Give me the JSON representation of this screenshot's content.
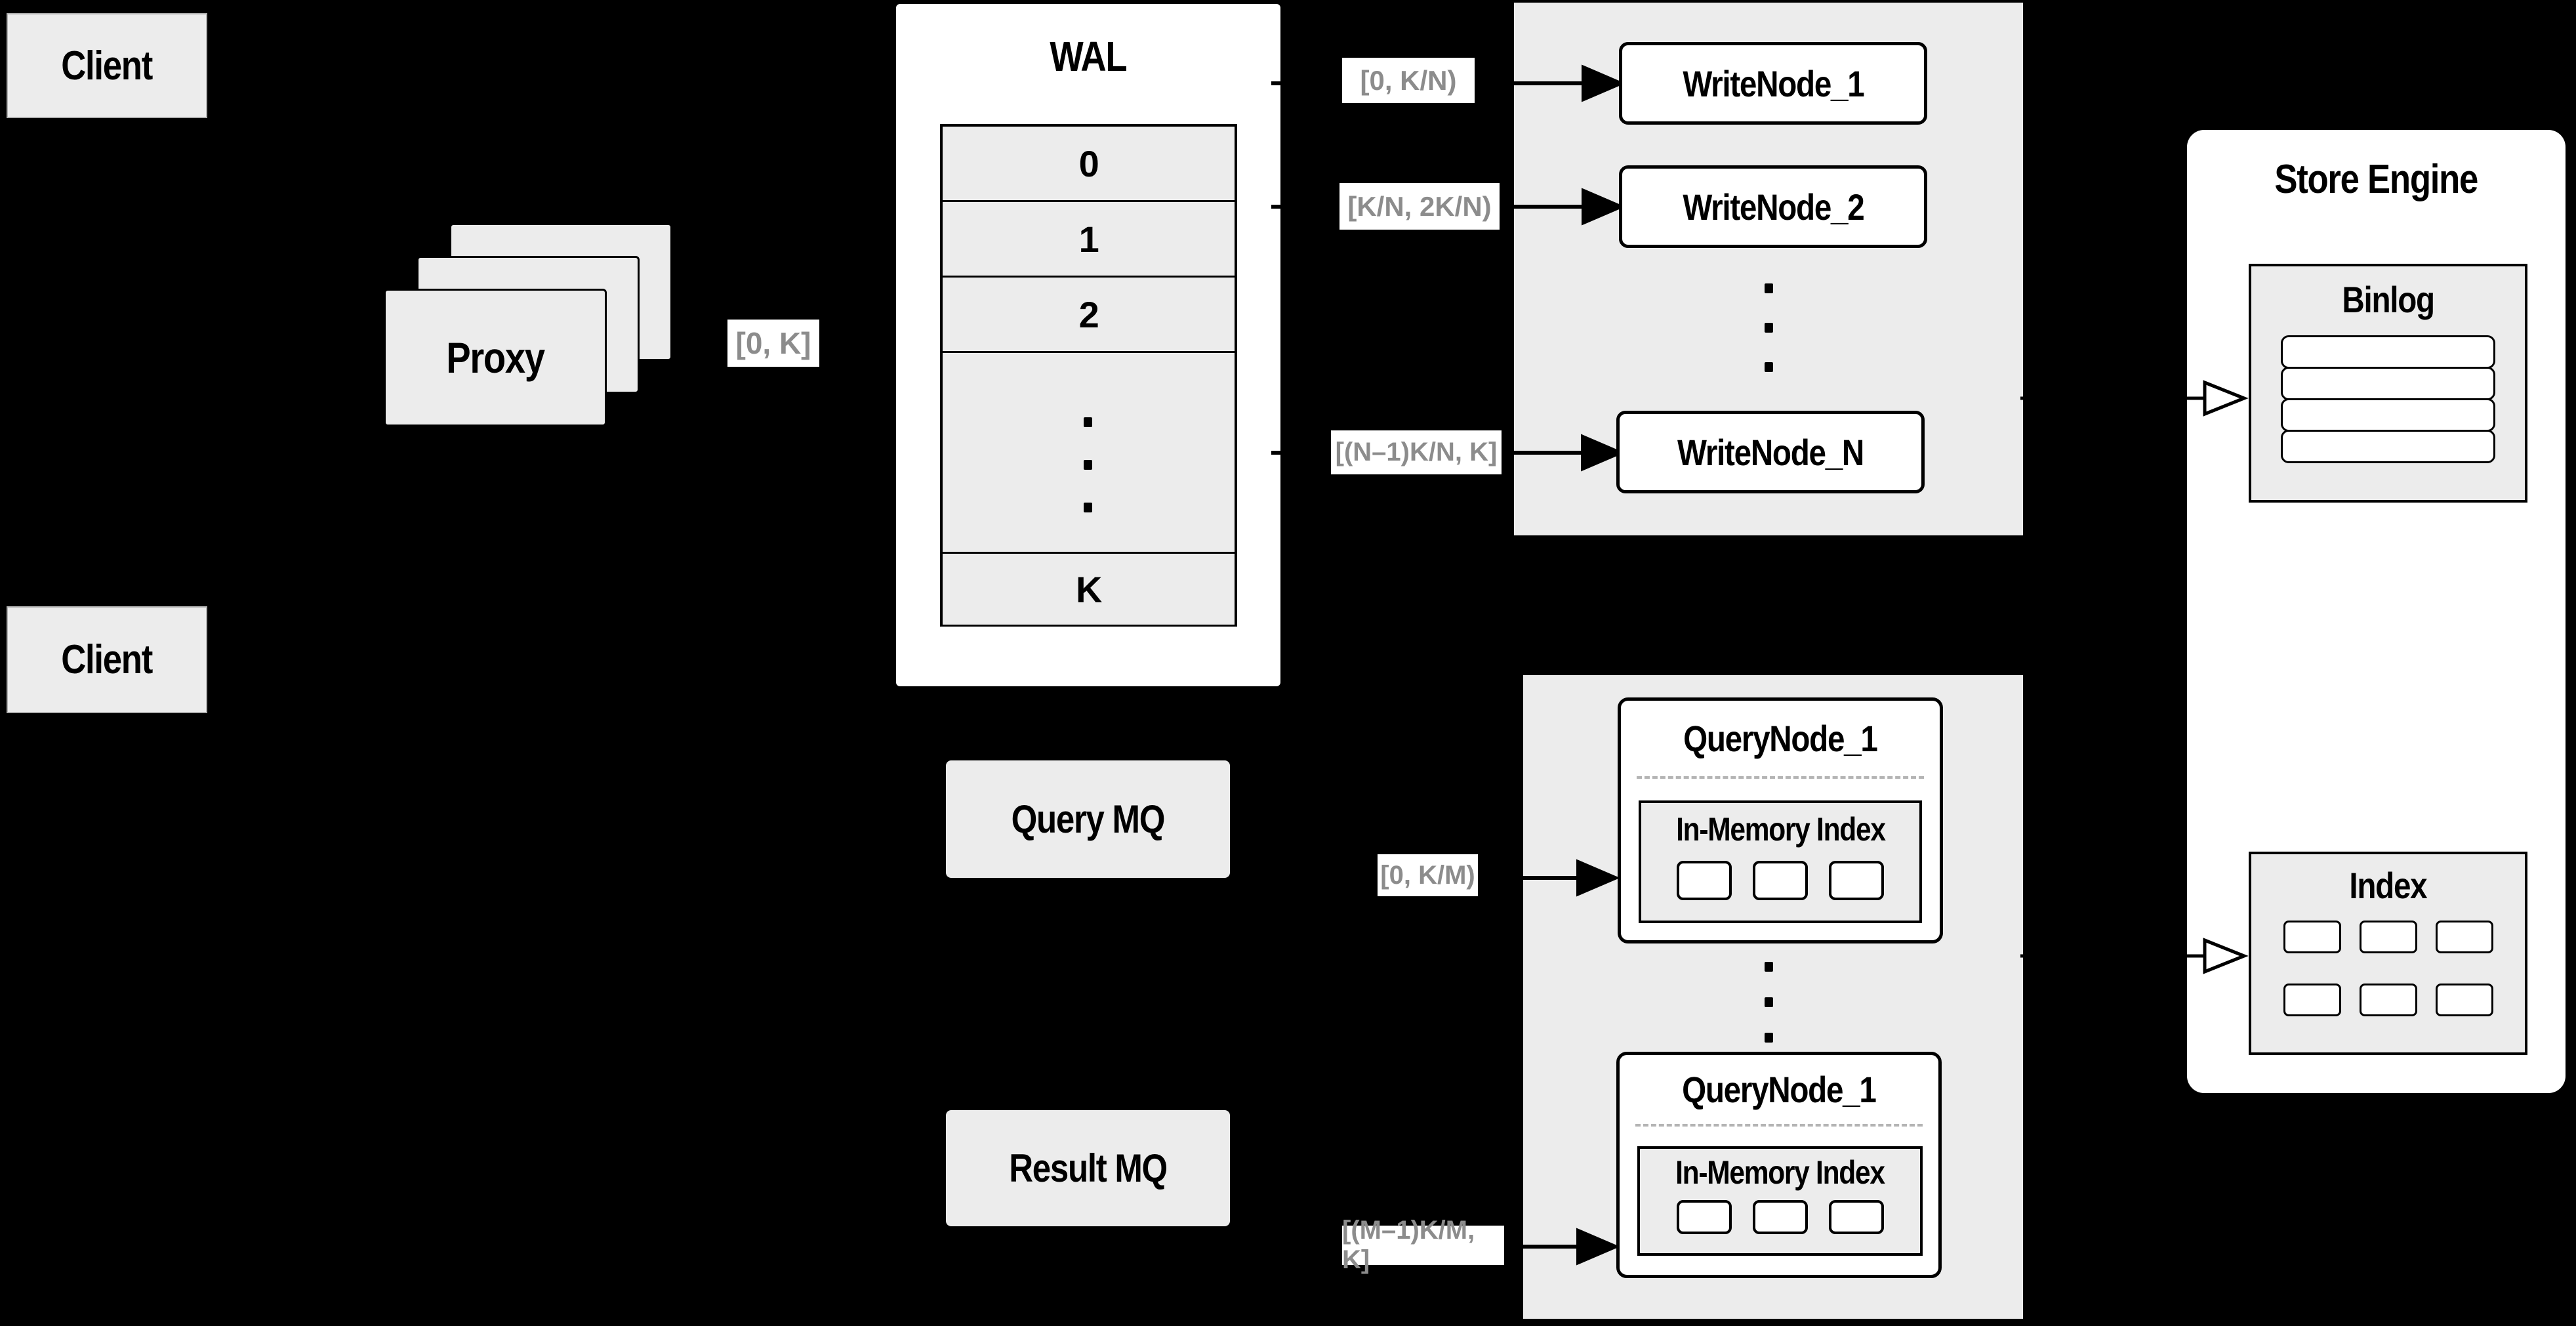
{
  "diagram": {
    "clients": {
      "top_label": "Client",
      "bottom_label": "Client"
    },
    "proxy": {
      "label": "Proxy"
    },
    "wal": {
      "title": "WAL",
      "rows": [
        "0",
        "1",
        "2"
      ],
      "last_row": "K"
    },
    "range_chips": {
      "proxy_to_wal": "[0, K]",
      "wal_to_writenode_1": "[0, K/N)",
      "wal_to_writenode_2": "[K/N, 2K/N)",
      "wal_to_writenode_n": "[(N–1)K/N, K]",
      "querymq_to_querynode_1": "[0, K/M)",
      "querymq_to_querynode_m": "[(M–1)K/M, K]"
    },
    "write_nodes": {
      "node_1": "WriteNode_1",
      "node_2": "WriteNode_2",
      "node_n": "WriteNode_N"
    },
    "mq": {
      "query": "Query MQ",
      "result": "Result MQ"
    },
    "query_nodes": {
      "top": {
        "title": "QueryNode_1",
        "inner_title": "In-Memory Index"
      },
      "bottom": {
        "title": "QueryNode_1",
        "inner_title": "In-Memory Index"
      }
    },
    "store_engine": {
      "title": "Store Engine",
      "binlog_title": "Binlog",
      "index_title": "Index"
    },
    "colors": {
      "background": "#000000",
      "panel_gray": "#ececec",
      "box_white": "#ffffff",
      "line_black": "#000000",
      "chip_text_gray": "#8c8c8c"
    }
  }
}
